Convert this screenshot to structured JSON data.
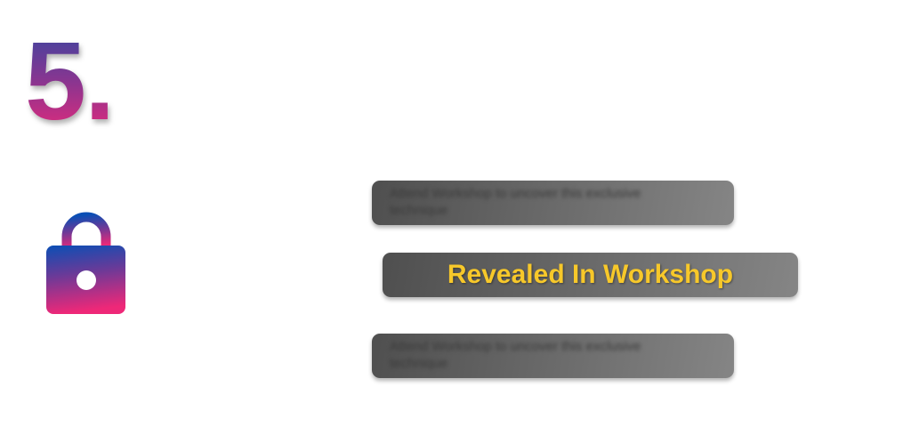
{
  "step": {
    "number": "5."
  },
  "icon": {
    "name": "lock-icon",
    "gradient": [
      "#1a4fb0",
      "#e8287a"
    ]
  },
  "teasers": [
    {
      "text": "Attend Workshop to uncover this exclusive technique"
    },
    {
      "text": "Revealed In Workshop"
    },
    {
      "text": "Attend Workshop to uncover this exclusive technique"
    }
  ],
  "colors": {
    "accent": "#f7c82a",
    "box": "#666666"
  }
}
